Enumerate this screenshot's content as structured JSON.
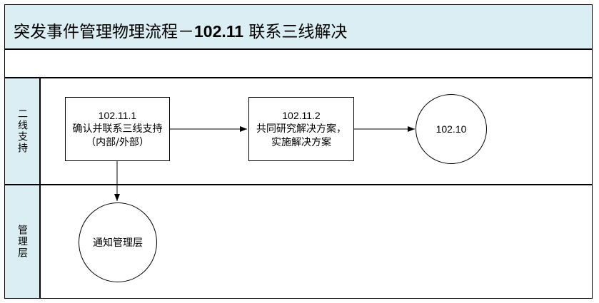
{
  "title": {
    "prefix": "突发事件管理物理流程－",
    "code": "102.11",
    "suffix": " 联系三线解决"
  },
  "lanes": [
    {
      "label": "二线支持"
    },
    {
      "label": "管理层"
    }
  ],
  "nodes": {
    "step1": {
      "id": "102.11.1",
      "text": "确认并联系三线支持（内部/外部）"
    },
    "step2": {
      "id": "102.11.2",
      "text": "共同研究解决方案，实施解决方案"
    },
    "goto": {
      "text": "102.10"
    },
    "notify": {
      "text": "通知管理层"
    }
  },
  "colors": {
    "header_fill": "#dbeef3",
    "line": "#000000"
  }
}
